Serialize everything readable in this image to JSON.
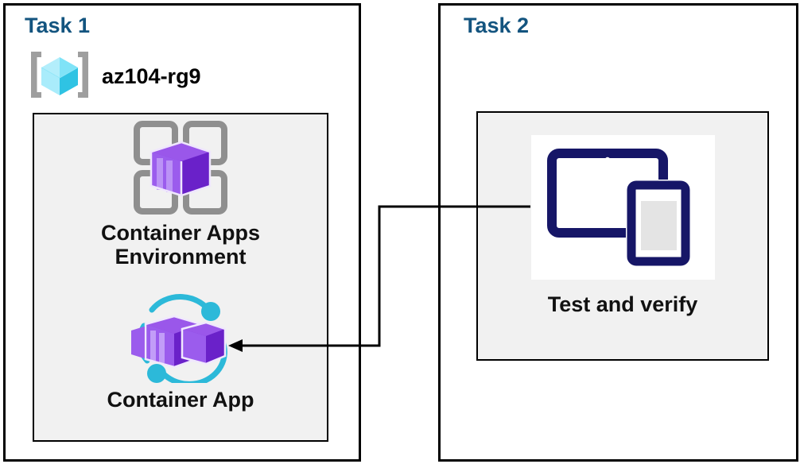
{
  "diagram": {
    "background_color": "#ffffff",
    "title_color": "#13547f",
    "panel_color": "#f1f1f1",
    "border_color": "#000000",
    "connector_color": "#000000"
  },
  "task1": {
    "title": "Task 1",
    "resource_group": {
      "icon": "azure-resource-group-icon",
      "label": "az104-rg9"
    },
    "nodes": [
      {
        "icon": "container-apps-environment-icon",
        "label": "Container Apps\nEnvironment"
      },
      {
        "icon": "container-app-icon",
        "label": "Container App"
      }
    ]
  },
  "task2": {
    "title": "Task 2",
    "nodes": [
      {
        "icon": "devices-test-verify-icon",
        "label": "Test and verify"
      }
    ]
  },
  "connector": {
    "name": "test-and-verify-to-container-app-arrow",
    "from": "devices-test-verify-icon",
    "to": "container-app-icon",
    "arrow_direction": "left"
  },
  "colors": {
    "azure_cube_light": "#b3eefb",
    "azure_cube_mid": "#50d9f5",
    "azure_cube_dark": "#2fc3e3",
    "bracket_gray": "#9e9e9e",
    "grid_gray": "#8f8f8f",
    "container_purple_light": "#a262f0",
    "container_purple_mid": "#8a3ee0",
    "container_purple_dark": "#6a21c9",
    "accent_cyan": "#2cb9d9",
    "device_navy": "#161667",
    "device_screen_gray": "#e4e4e4"
  }
}
